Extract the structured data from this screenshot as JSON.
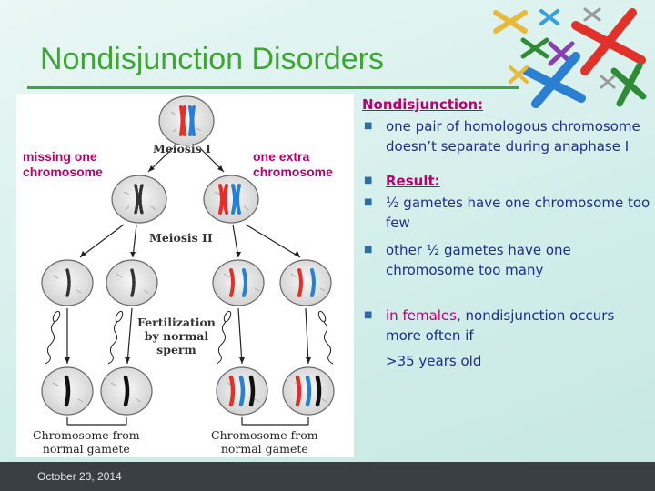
{
  "slide": {
    "title": "Nondisjunction Disorders",
    "footer_date": "October 23, 2014"
  },
  "figure": {
    "label_left": [
      "missing one",
      "chromosome"
    ],
    "label_right": [
      "one extra",
      "chromosome"
    ],
    "meiosis1": "Meiosis I",
    "meiosis2": "Meiosis II",
    "fertilization": [
      "Fertilization",
      "by normal",
      "sperm"
    ],
    "caption_left": [
      "Chromosome from",
      "normal gamete"
    ],
    "caption_right": [
      "Chromosome from",
      "normal gamete"
    ]
  },
  "content": {
    "heading1": "Nondisjunction:",
    "bullet1": "one pair of homologous chromosome doesn’t separate during anaphase I",
    "heading2": "Result:",
    "bullet2": "½ gametes have one chromosome too few",
    "bullet3": "other ½ gametes have one chromosome too many",
    "bullet4_highlight": "in females",
    "bullet4_rest": ", nondisjunction occurs more often if",
    "bullet4_sub": ">35 years old"
  },
  "colors": {
    "title_green": "#3fa535",
    "accent_magenta": "#b5006e",
    "body_blue": "#1f2d8a",
    "chromosome_red": "#e0322a",
    "chromosome_blue": "#2a7fd0"
  },
  "icons": {
    "bullet": "square-bullet-icon",
    "decoration": "chromosome-cluster-icon"
  }
}
